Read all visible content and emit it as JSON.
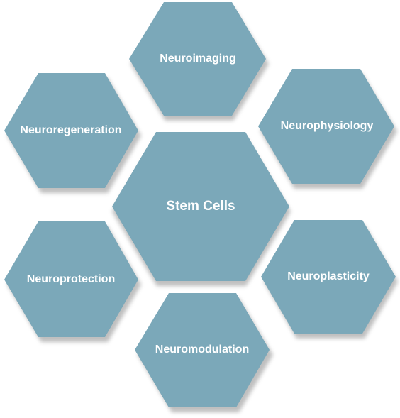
{
  "colors": {
    "hex_fill": "#7ba8b9",
    "hex_shadow": "#8a8a8a",
    "label": "#ffffff"
  },
  "center": {
    "label": "Stem Cells"
  },
  "hexagons": [
    {
      "label": "Neuroimaging"
    },
    {
      "label": "Neurophysiology"
    },
    {
      "label": "Neuroplasticity"
    },
    {
      "label": "Neuromodulation"
    },
    {
      "label": "Neuroprotection"
    },
    {
      "label": "Neuroregeneration"
    }
  ]
}
